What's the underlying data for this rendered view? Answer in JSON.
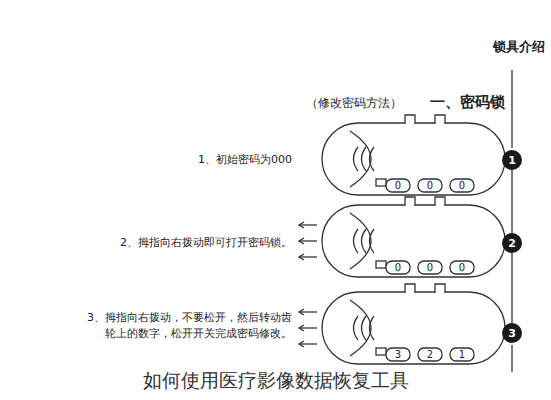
{
  "diagram": {
    "title": "锁具介绍",
    "caption": "如何使用医疗影像数据恢复工具",
    "nodes": [
      {
        "text": [
          "1"
        ]
      },
      {
        "text": [
          "2"
        ]
      },
      {
        "text": [
          "3"
        ]
      }
    ],
    "edges": [
      {
        "from": 0,
        "to": 1,
        "arrow": "none"
      },
      {
        "from": 1,
        "to": 2,
        "arrow": "none"
      }
    ],
    "labels": [
      "一、密码锁",
      "（修改密码方法）",
      "1、初始密码为000",
      "2、拇指向右拨动即可打开密码锁。",
      "3、拇指向右拨动，不要松开，然后转动齿轮上的数字，松开开关完成密码修改。",
      "0",
      "0",
      "0",
      "0",
      "0",
      "0",
      "3",
      "2",
      "1"
    ]
  }
}
